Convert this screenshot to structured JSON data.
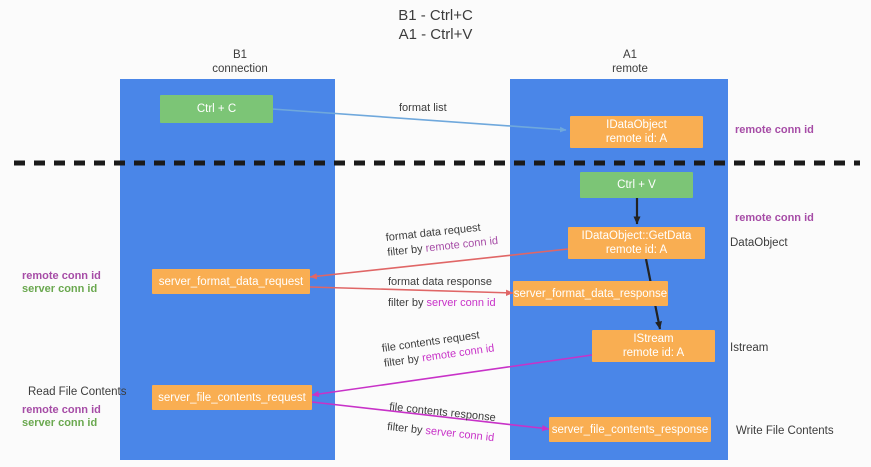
{
  "title": {
    "line1": "B1 - Ctrl+C",
    "line2": "A1 - Ctrl+V"
  },
  "columns": [
    {
      "name": "B1",
      "role": "connection"
    },
    {
      "name": "A1",
      "role": "remote"
    }
  ],
  "nodes": {
    "ctrl_c": {
      "label": "Ctrl + C",
      "kind": "green"
    },
    "idataobject": {
      "label": "IDataObject",
      "sub": "remote id: A",
      "kind": "orange"
    },
    "ctrl_v": {
      "label": "Ctrl + V",
      "kind": "green"
    },
    "getdata": {
      "label": "IDataObject::GetData",
      "sub": "remote id: A",
      "kind": "orange"
    },
    "fmt_req": {
      "label": "server_format_data_request",
      "kind": "orange"
    },
    "fmt_resp": {
      "label": "server_format_data_response",
      "kind": "orange"
    },
    "istream": {
      "label": "IStream",
      "sub": "remote id: A",
      "kind": "orange"
    },
    "file_req": {
      "label": "server_file_contents_request",
      "kind": "orange"
    },
    "file_resp": {
      "label": "server_file_contents_response",
      "kind": "orange"
    }
  },
  "arrow_labels": {
    "format_list": {
      "text": "format list"
    },
    "fmt_request_l1": {
      "text": "format data request"
    },
    "fmt_request_l2a": {
      "text": "filter by "
    },
    "fmt_request_l2b": {
      "text": "remote conn id"
    },
    "fmt_response_l1": {
      "text": "format data response"
    },
    "fmt_response_l2a": {
      "text": "filter by "
    },
    "fmt_response_l2b": {
      "text": "server conn id"
    },
    "file_request_l1": {
      "text": "file contents request"
    },
    "file_request_l2a": {
      "text": "filter by "
    },
    "file_request_l2b": {
      "text": "remote conn id"
    },
    "file_response_l1": {
      "text": "file contents response"
    },
    "file_response_l2a": {
      "text": "filter by "
    },
    "file_response_l2b": {
      "text": "server conn id"
    }
  },
  "annotations": {
    "right_remote_conn_top": "remote conn id",
    "right_remote_conn_mid": "remote conn id",
    "right_dataobject": "DataObject",
    "right_istream": "Istream",
    "right_write_file": "Write File Contents",
    "left_remote_conn_mid": "remote conn id",
    "left_server_conn_mid": "server conn id",
    "left_read_file": "Read File Contents",
    "left_remote_conn_bot": "remote conn id",
    "left_server_conn_bot": "server conn id"
  },
  "colors": {
    "lane": "#4a86e8",
    "green_node": "#7cc576",
    "orange_node": "#f9ae52",
    "purple_text": "#a64ca6",
    "green_text": "#6aa84f",
    "magenta_text": "#c832c8",
    "arrow_blue": "#6fa8dc",
    "arrow_red": "#e06666",
    "arrow_magenta": "#c832c8",
    "arrow_dark": "#222222",
    "divider": "#1a1a1a",
    "background": "#fbfbfb"
  }
}
